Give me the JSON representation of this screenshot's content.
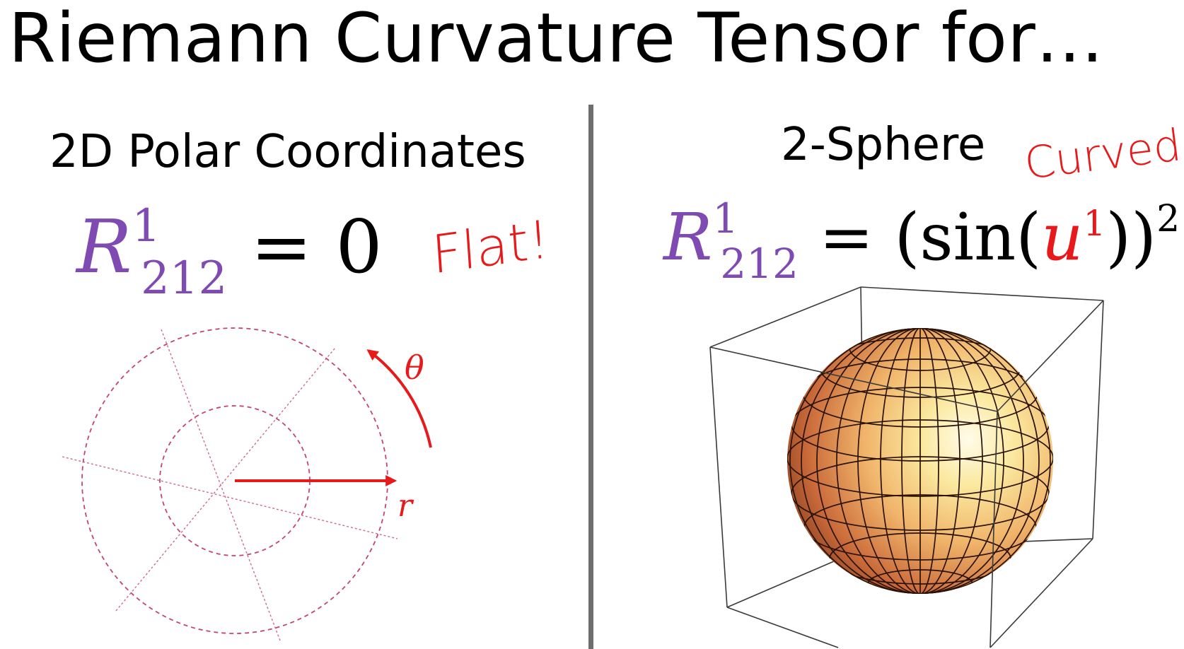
{
  "title": "Riemann Curvature Tensor for…",
  "left_panel": {
    "heading": "2D Polar Coordinates",
    "equation": {
      "symbol": "R",
      "upper_index": "1",
      "lower_indices": "212",
      "equals": "=",
      "rhs": "0"
    },
    "annotation": "Flat!",
    "diagram": {
      "theta_label": "θ",
      "r_label": "r"
    }
  },
  "right_panel": {
    "heading": "2-Sphere",
    "annotation": "Curved!",
    "equation": {
      "symbol": "R",
      "upper_index": "1",
      "lower_indices": "212",
      "equals": "=",
      "rhs_prefix": "(sin(",
      "variable": "u",
      "variable_index": "1",
      "rhs_suffix": "))",
      "power": "2"
    }
  },
  "colors": {
    "accent_purple": "#7f4bb3",
    "annotation_red": "#e8191b",
    "grid_pink": "#c2476e",
    "divider_gray": "#6e6e6e"
  }
}
